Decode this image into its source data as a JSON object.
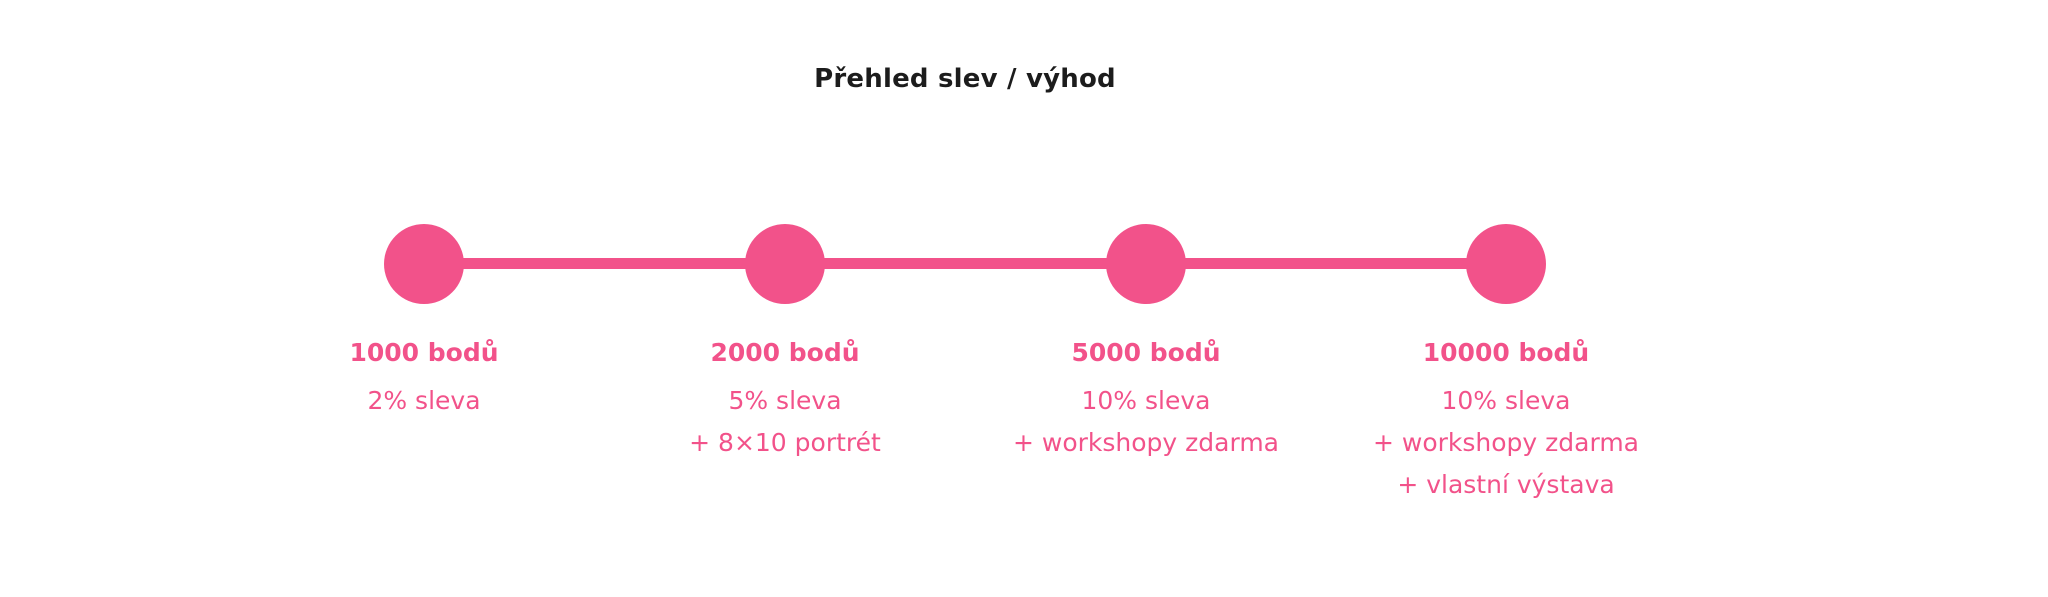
{
  "title": "Přehled slev / výhod",
  "accent_color": "#f2528a",
  "steps": [
    {
      "points": "1000 bodů",
      "benefits": [
        "2% sleva"
      ]
    },
    {
      "points": "2000 bodů",
      "benefits": [
        "5% sleva",
        "+ 8×10 portrét"
      ]
    },
    {
      "points": "5000 bodů",
      "benefits": [
        "10% sleva",
        "+ workshopy zdarma"
      ]
    },
    {
      "points": "10000 bodů",
      "benefits": [
        "10% sleva",
        "+ workshopy zdarma",
        "+ vlastní výstava"
      ]
    }
  ]
}
